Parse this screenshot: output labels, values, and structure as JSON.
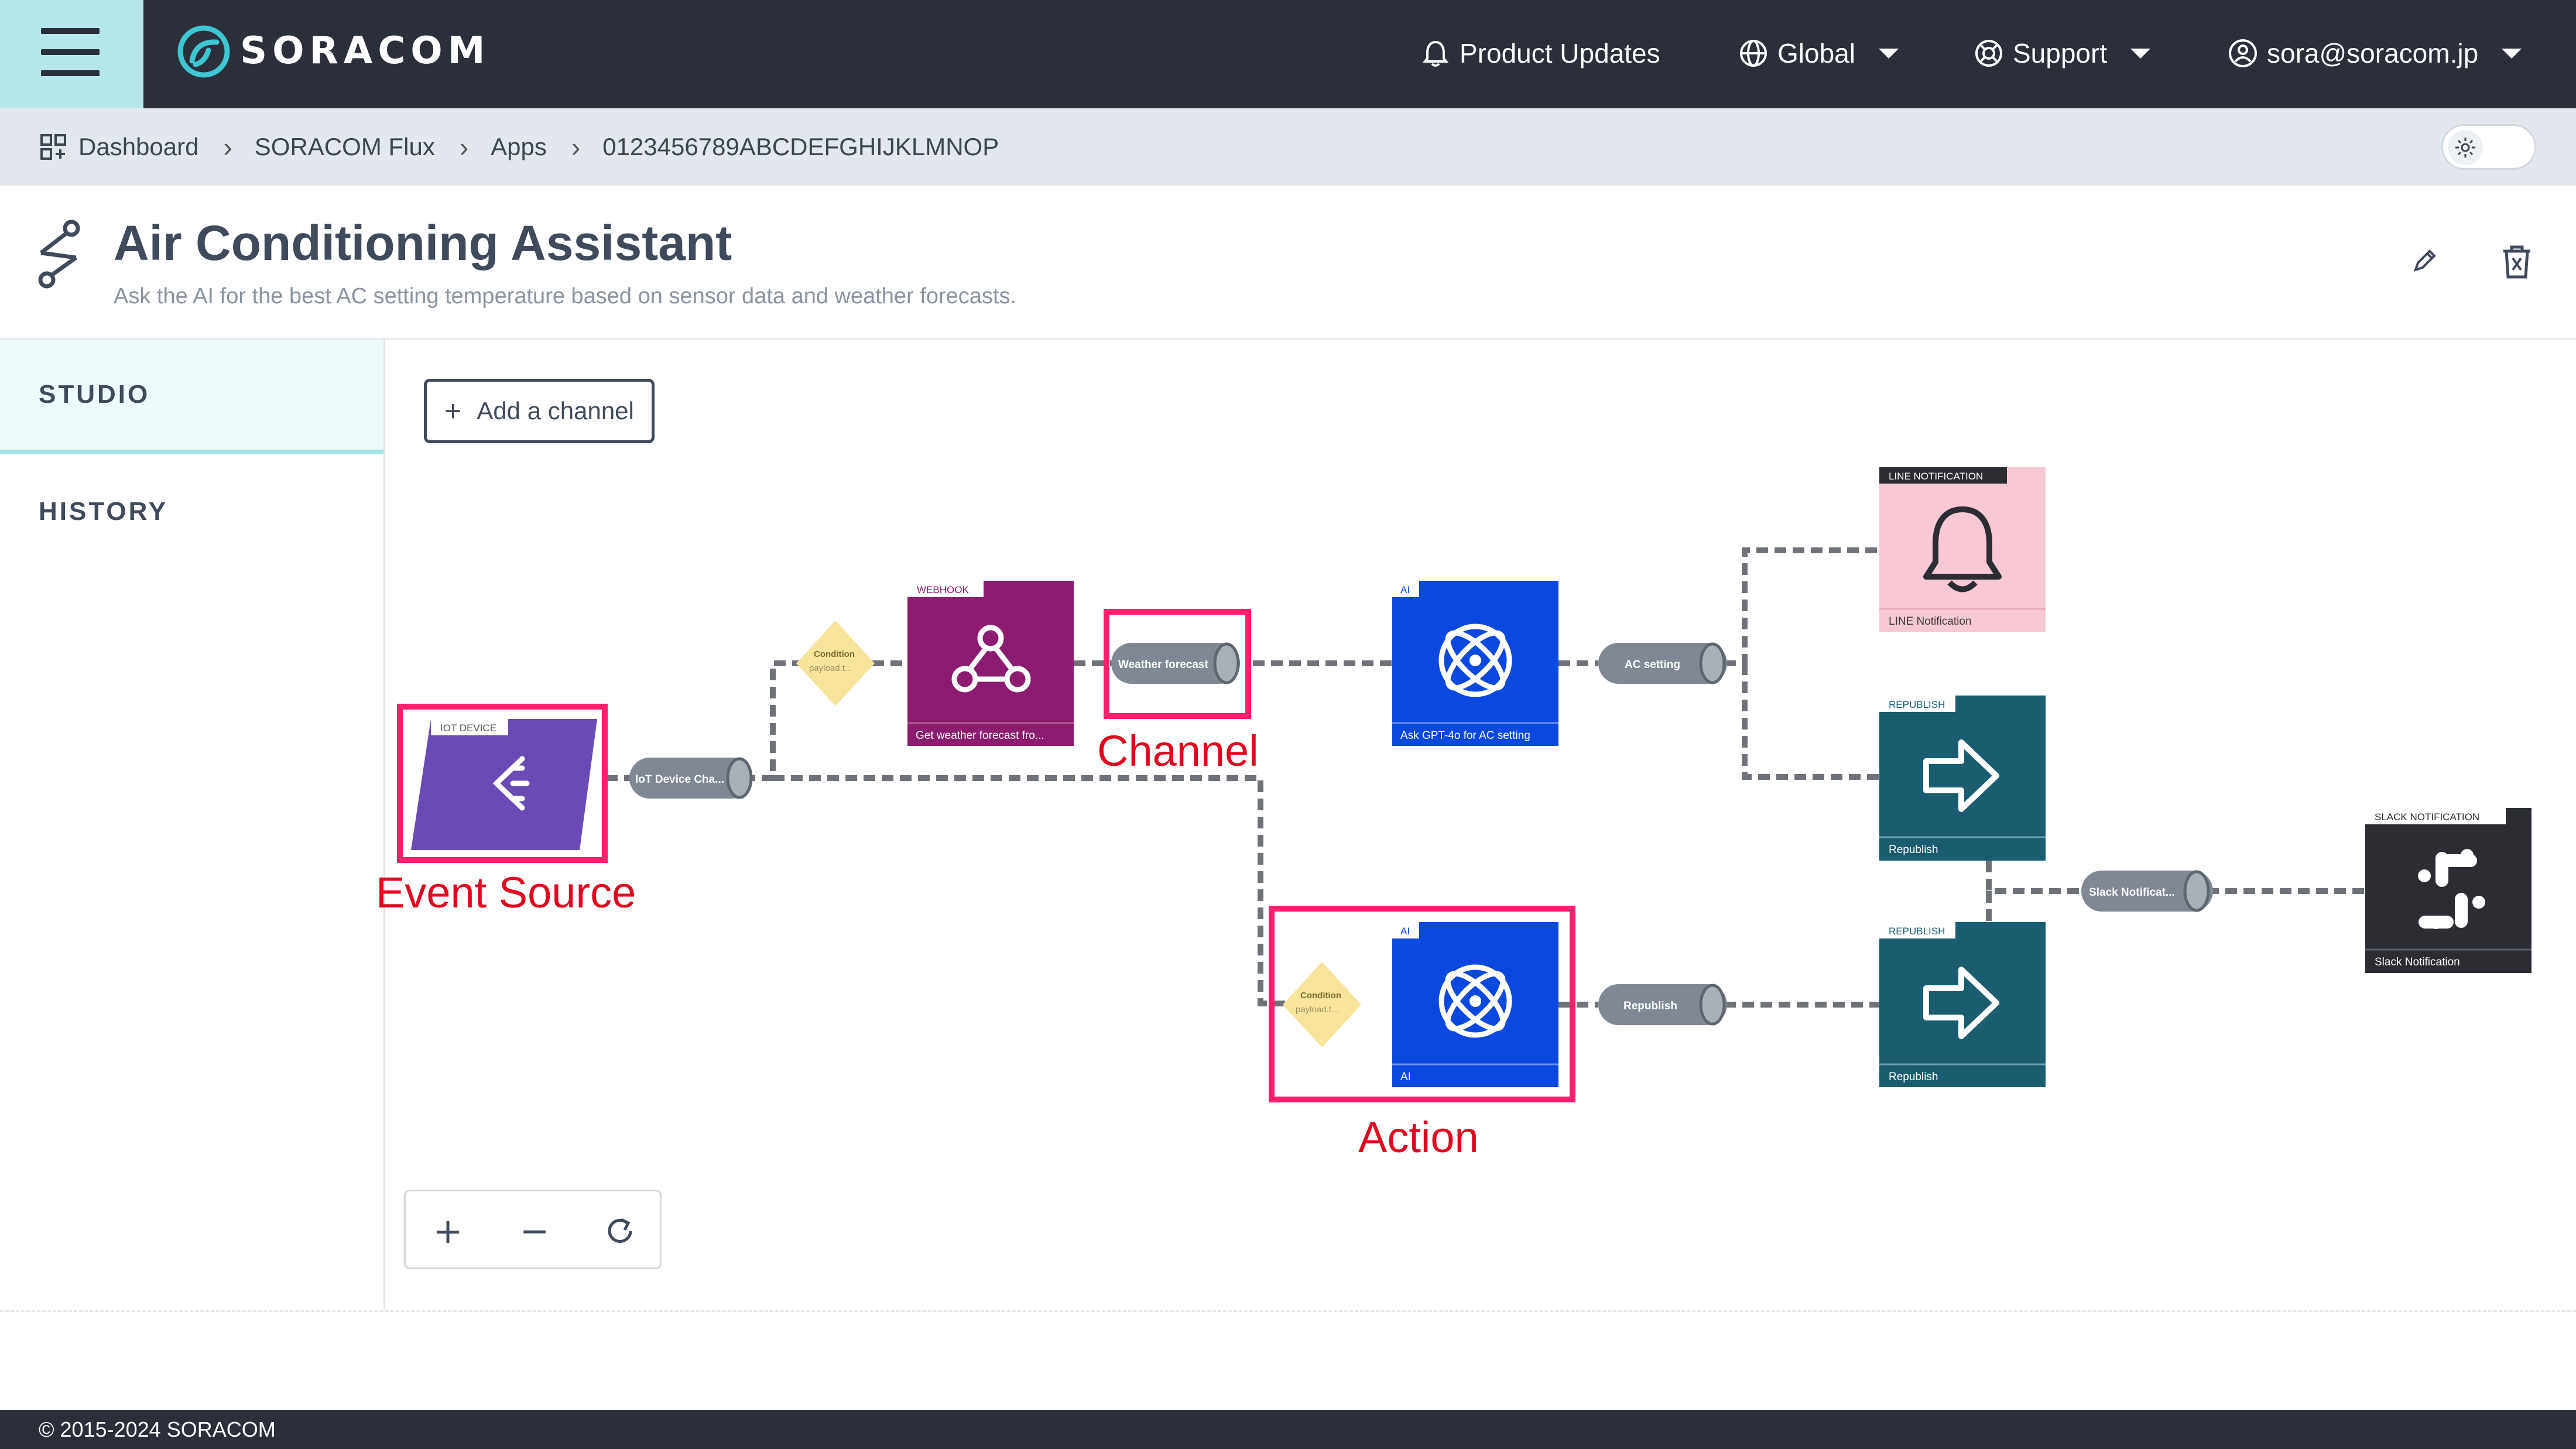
{
  "topbar": {
    "brand": "SORACOM",
    "product_updates": "Product Updates",
    "region": "Global",
    "support": "Support",
    "user": "sora@soracom.jp"
  },
  "breadcrumb": {
    "dashboard": "Dashboard",
    "flux": "SORACOM Flux",
    "apps": "Apps",
    "app_id": "0123456789ABCDEFGHIJKLMNOP"
  },
  "header": {
    "title": "Air Conditioning Assistant",
    "subtitle": "Ask the AI for the best AC setting temperature based on sensor data and weather forecasts."
  },
  "sidebar": {
    "studio": "STUDIO",
    "history": "HISTORY"
  },
  "canvas": {
    "add_channel": "Add a channel",
    "nodes": {
      "iot": {
        "tag": "IOT DEVICE",
        "color": "#6a4bb5"
      },
      "webhook": {
        "tag": "WEBHOOK",
        "caption": "Get weather forecast fro...",
        "color": "#8c1c6f"
      },
      "ai1": {
        "tag": "AI",
        "caption": "Ask GPT-4o for AC setting",
        "color": "#0a48e0"
      },
      "ai2": {
        "tag": "AI",
        "caption": "AI",
        "color": "#0a48e0"
      },
      "line": {
        "tag": "LINE NOTIFICATION",
        "caption": "LINE Notification",
        "color": "#f8c9d5"
      },
      "republish1": {
        "tag": "REPUBLISH",
        "caption": "Republish",
        "color": "#1a5c70"
      },
      "republish2": {
        "tag": "REPUBLISH",
        "caption": "Republish",
        "color": "#1a5c70"
      },
      "slack": {
        "tag": "SLACK NOTIFICATION",
        "caption": "Slack Notification",
        "color": "#2b2d33"
      }
    },
    "channels": {
      "iot": "IoT Device Cha...",
      "weather": "Weather forecast",
      "ac": "AC setting",
      "republish": "Republish",
      "slack": "Slack Notificat..."
    },
    "conditions": {
      "c1": {
        "title": "Condition",
        "expr": "payload.t..."
      },
      "c2": {
        "title": "Condition",
        "expr": "payload.t..."
      }
    },
    "annotations": {
      "event_source": "Event Source",
      "channel": "Channel",
      "action": "Action"
    }
  },
  "zoom": {
    "in": "+",
    "out": "−"
  },
  "footer": {
    "copyright": "© 2015-2024 SORACOM"
  },
  "colors": {
    "accent": "#b6e6ea",
    "highlight": "#ff1f6e",
    "annotation": "#e0061f"
  }
}
